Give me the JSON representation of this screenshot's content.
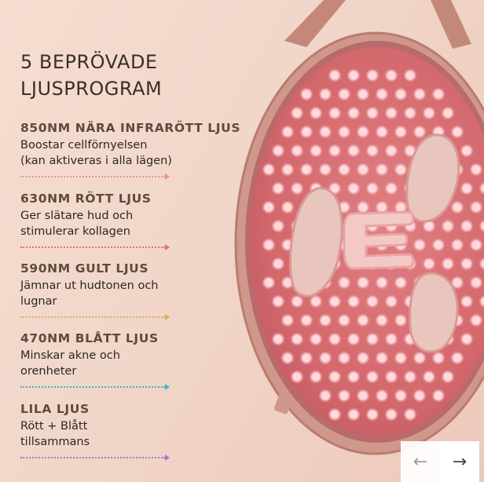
{
  "headline": {
    "line1": "5 BEPRÖVADE",
    "line2": "LJUSPROGRAM"
  },
  "programs": [
    {
      "name": "850NM NÄRA INFRARÖTT LJUS",
      "desc1": "Boostar cellförnyelsen",
      "desc2": "(kan aktiveras i alla lägen)",
      "color": "#e59a7e"
    },
    {
      "name": "630NM RÖTT LJUS",
      "desc1": "Ger slätare hud och",
      "desc2": "stimulerar kollagen",
      "color": "#e86f6a"
    },
    {
      "name": "590NM GULT LJUS",
      "desc1": "Jämnar ut hudtonen och",
      "desc2": "lugnar",
      "color": "#d9b061"
    },
    {
      "name": "470NM BLÅTT LJUS",
      "desc1": "Minskar akne och",
      "desc2": "orenheter",
      "color": "#44b3c2"
    },
    {
      "name": "LILA LJUS",
      "desc1": "Rött + Blått",
      "desc2": "tillsammans",
      "color": "#a874c8"
    }
  ],
  "nav": {
    "prev_glyph": "←",
    "next_glyph": "→"
  },
  "colors": {
    "mask_frame": "#c98f82",
    "mask_face": "#d46a6e",
    "led": "#ffd9dc",
    "background": "#f3d8cb"
  }
}
